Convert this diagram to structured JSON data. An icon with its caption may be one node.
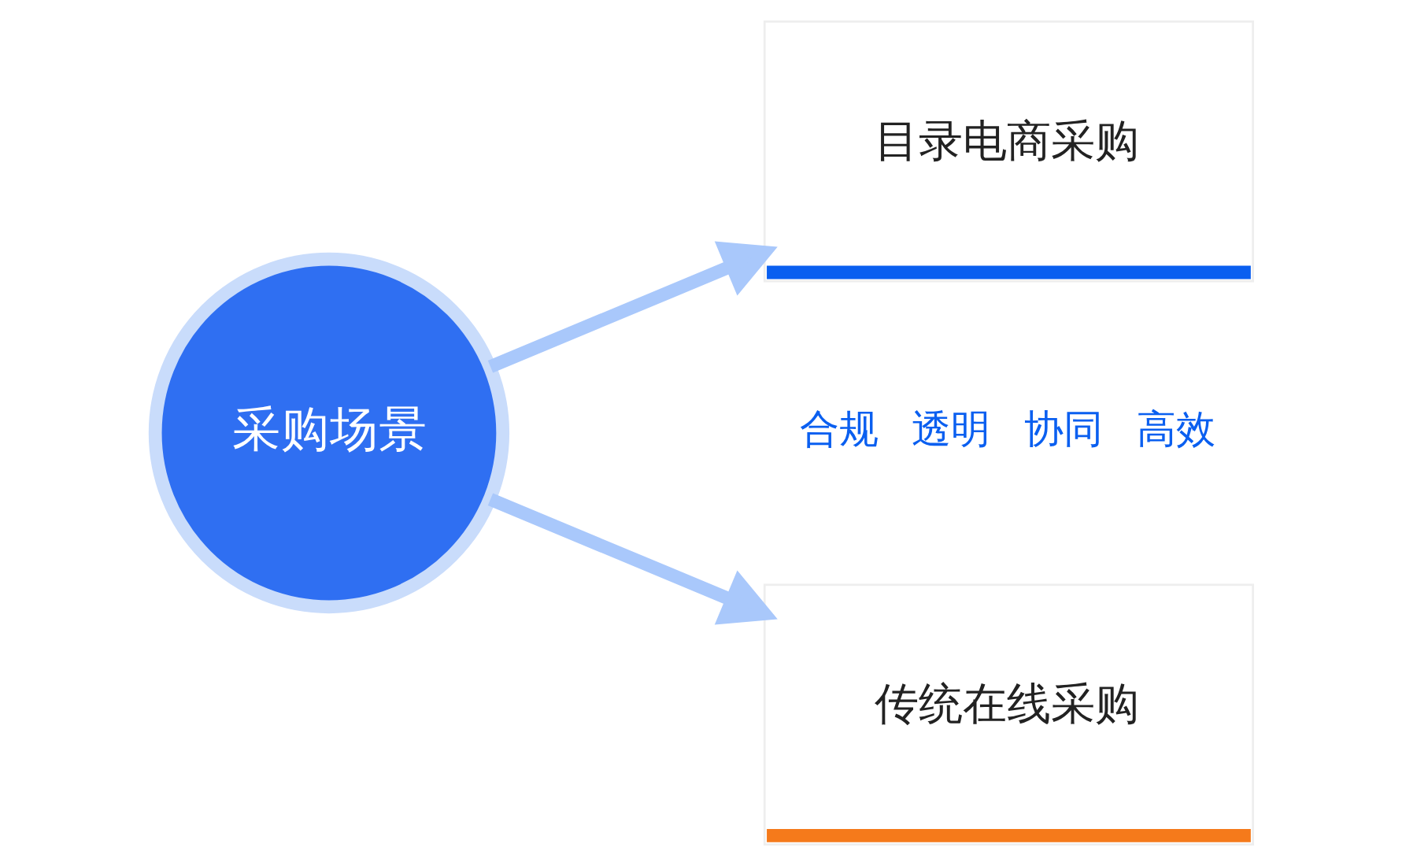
{
  "diagram": {
    "nodes": [
      {
        "text": [
          "采购场景"
        ]
      },
      {
        "text": [
          "目录电商采购"
        ]
      },
      {
        "text": [
          "传统在线采购"
        ]
      }
    ],
    "edges": [
      {
        "from": 0,
        "to": 1,
        "arrow": "to"
      },
      {
        "from": 0,
        "to": 2,
        "arrow": "to"
      }
    ],
    "labels": [
      "合规",
      "透明",
      "协同",
      "高效"
    ]
  }
}
